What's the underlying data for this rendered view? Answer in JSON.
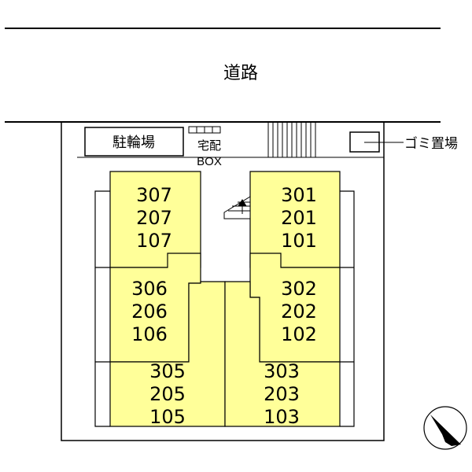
{
  "road": {
    "label": "道路"
  },
  "bicycle_parking": {
    "label": "駐輪場"
  },
  "delivery_box": {
    "line1": "宅配",
    "line2": "BOX"
  },
  "garbage": {
    "label": "ゴミ置場"
  },
  "colors": {
    "unit_fill": "#ffff99",
    "line": "#000000",
    "background": "#ffffff"
  },
  "icons": [
    "north-arrow-icon",
    "stairs-icon",
    "exterior-stairs-icon"
  ],
  "units": {
    "u307": [
      "307",
      "207",
      "107"
    ],
    "u306": [
      "306",
      "206",
      "106"
    ],
    "u305": [
      "305",
      "205",
      "105"
    ],
    "u301": [
      "301",
      "201",
      "101"
    ],
    "u302": [
      "302",
      "202",
      "102"
    ],
    "u303": [
      "303",
      "203",
      "103"
    ]
  }
}
